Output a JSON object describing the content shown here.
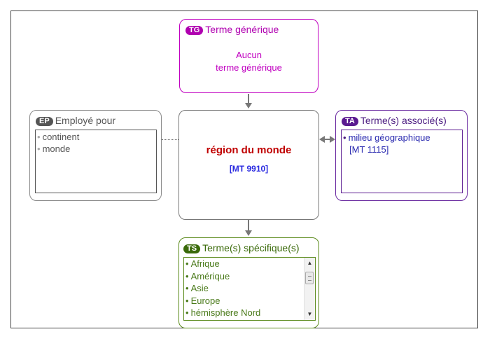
{
  "tg": {
    "badge": "TG",
    "title": "Terme générique",
    "body_line1": "Aucun",
    "body_line2": "terme générique"
  },
  "center": {
    "term": "région du monde",
    "code": "[MT 9910]"
  },
  "ep": {
    "badge": "EP",
    "title": "Employé pour",
    "items": [
      "continent",
      "monde"
    ]
  },
  "ta": {
    "badge": "TA",
    "title": "Terme(s) associé(s)",
    "items": [
      {
        "label": "milieu géographique",
        "ref": "[MT 1115]"
      }
    ]
  },
  "ts": {
    "badge": "TS",
    "title": "Terme(s) spécifique(s)",
    "items": [
      "Afrique",
      "Amérique",
      "Asie",
      "Europe",
      "hémisphère Nord"
    ]
  },
  "colors": {
    "tg": "#c000c0",
    "center_term": "#c00000",
    "code": "#2a2ae0",
    "ep": "#555555",
    "ta": "#5a1a90",
    "ts": "#5a8a1a"
  },
  "icons": {
    "bullet": "•",
    "scroll_up": "▲",
    "scroll_down": "▼"
  }
}
